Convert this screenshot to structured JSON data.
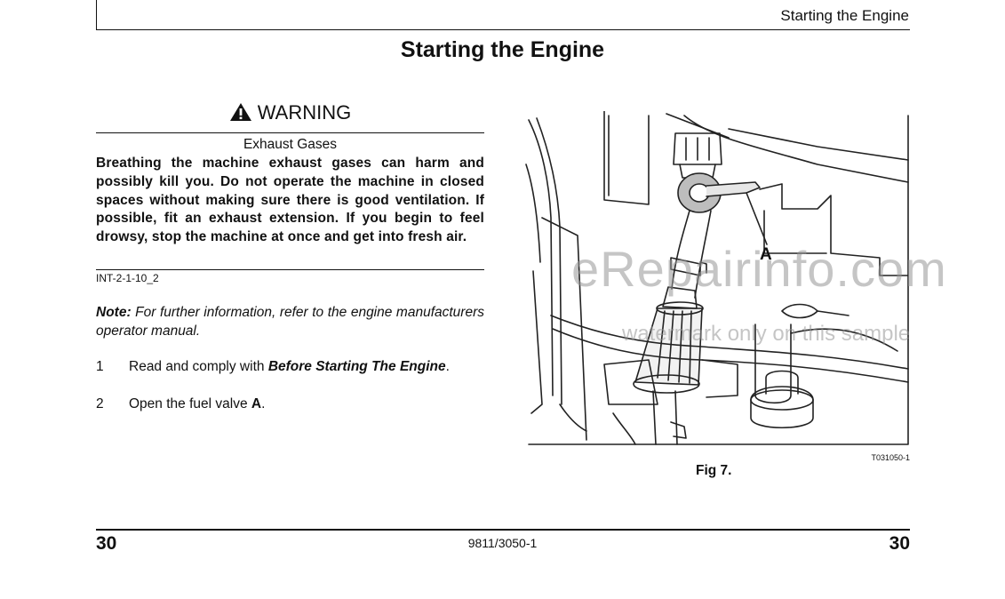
{
  "header": {
    "running_title": "Starting the Engine",
    "page_title": "Starting the Engine"
  },
  "warning": {
    "heading": "WARNING",
    "subheading": "Exhaust Gases",
    "body": "Breathing the machine exhaust gases can harm and possibly kill you. Do not operate the machine in closed spaces without making sure there is good ventilation. If possible, fit an exhaust extension. If you begin to feel drowsy, stop the machine at once and get into fresh air.",
    "reference": "INT-2-1-10_2"
  },
  "note": {
    "label": "Note:",
    "text": " For further information, refer to the engine manufacturers operator manual."
  },
  "steps": [
    {
      "number": "1",
      "text_before": "Read and comply with ",
      "emphasis": "Before Starting The Engine",
      "text_after": "."
    },
    {
      "number": "2",
      "text_before": "Open the fuel valve ",
      "emphasis": "A",
      "text_after": "."
    }
  ],
  "figure": {
    "callout": "A",
    "code": "T031050-1",
    "caption": "Fig 7."
  },
  "watermark": {
    "main": "eRepairinfo.com",
    "sub": "watermark only on this sample"
  },
  "footer": {
    "page_left": "30",
    "doc_number": "9811/3050-1",
    "page_right": "30"
  }
}
